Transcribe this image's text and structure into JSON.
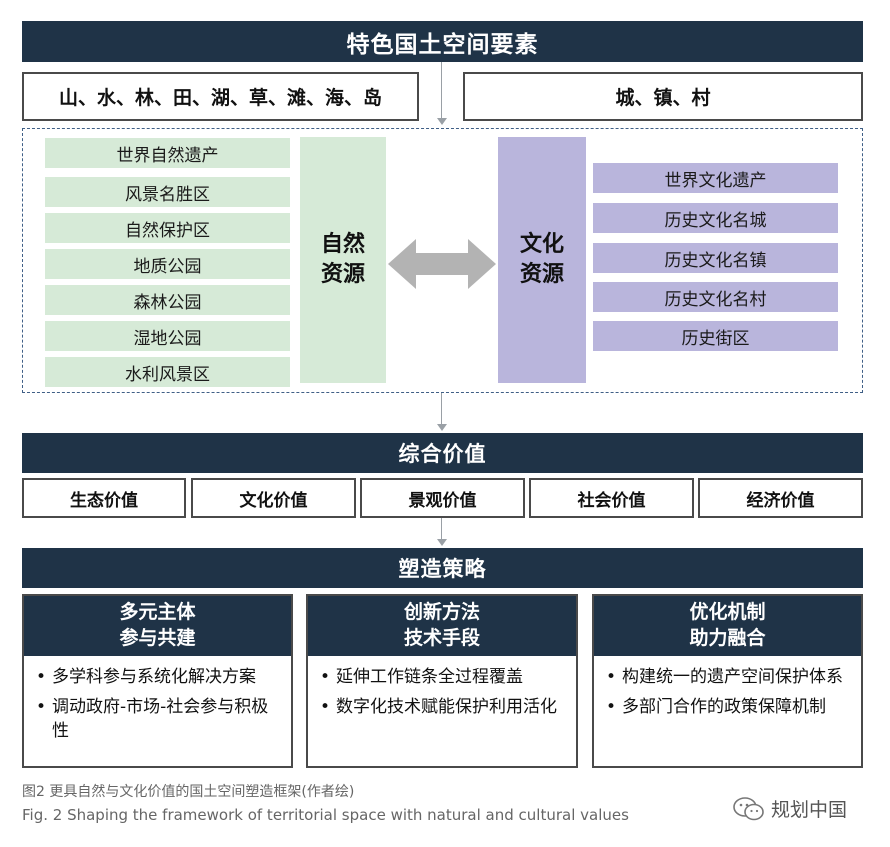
{
  "header": {
    "title": "特色国土空间要素"
  },
  "elements": {
    "natural": "山、水、林、田、湖、草、滩、海、岛",
    "urban": "城、镇、村"
  },
  "natural_resources": {
    "label_line1": "自然",
    "label_line2": "资源",
    "items": [
      "世界自然遗产",
      "风景名胜区",
      "自然保护区",
      "地质公园",
      "森林公园",
      "湿地公园",
      "水利风景区"
    ]
  },
  "cultural_resources": {
    "label_line1": "文化",
    "label_line2": "资源",
    "items": [
      "世界文化遗产",
      "历史文化名城",
      "历史文化名镇",
      "历史文化名村",
      "历史街区"
    ]
  },
  "values": {
    "title": "综合价值",
    "items": [
      "生态价值",
      "文化价值",
      "景观价值",
      "社会价值",
      "经济价值"
    ]
  },
  "strategy": {
    "title": "塑造策略",
    "columns": [
      {
        "head_line1": "多元主体",
        "head_line2": "参与共建",
        "bullets": [
          "多学科参与系统化解决方案",
          "调动政府-市场-社会参与积极性"
        ]
      },
      {
        "head_line1": "创新方法",
        "head_line2": "技术手段",
        "bullets": [
          "延伸工作链条全过程覆盖",
          "数字化技术赋能保护利用活化"
        ]
      },
      {
        "head_line1": "优化机制",
        "head_line2": "助力融合",
        "bullets": [
          "构建统一的遗产空间保护体系",
          "多部门合作的政策保障机制"
        ]
      }
    ]
  },
  "caption": {
    "cn": "图2  更具自然与文化价值的国土空间塑造框架(作者绘)",
    "en": "Fig. 2  Shaping the framework of territorial space with natural and cultural values"
  },
  "watermark": {
    "text": "规划中国",
    "icon": "wechat-icon"
  },
  "colors": {
    "navy": "#1f3347",
    "green": "#d6ead7",
    "purple": "#b9b5dc",
    "frame": "#3f5f86"
  }
}
